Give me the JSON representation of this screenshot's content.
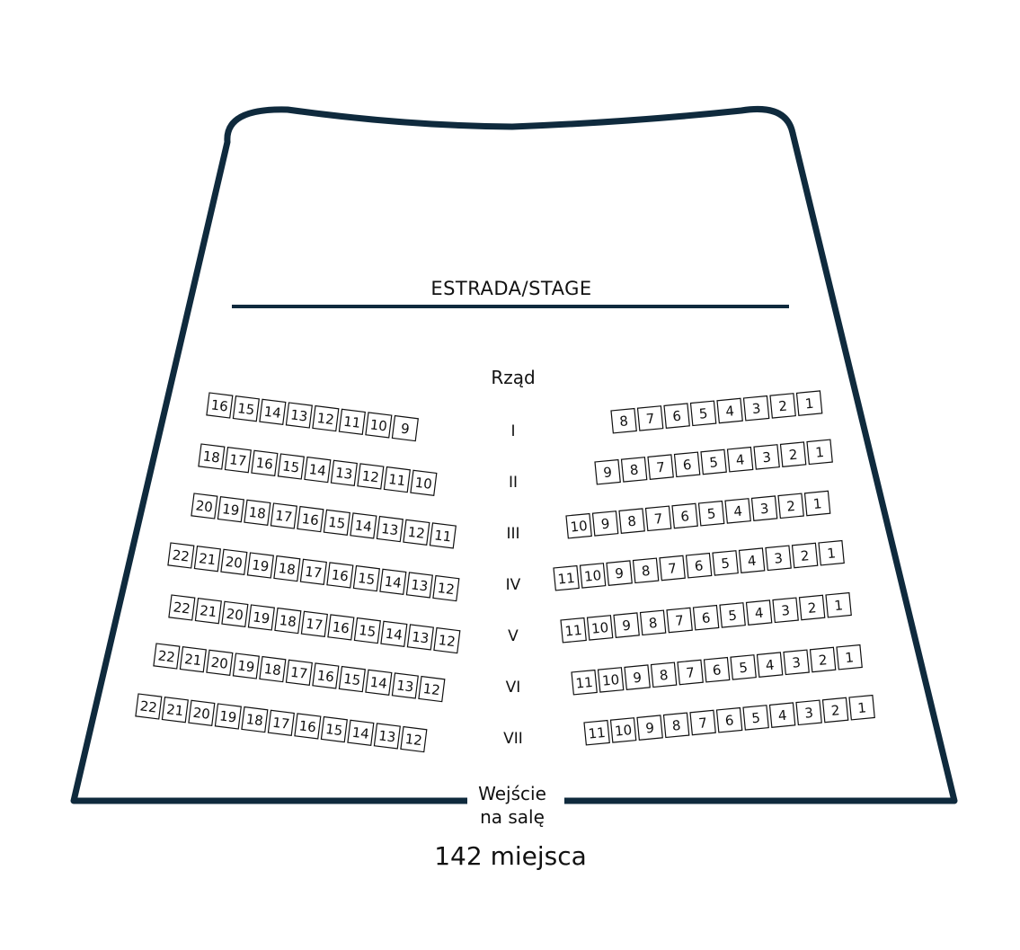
{
  "stage_label": "ESTRADA/STAGE",
  "row_header": "Rząd",
  "entrance_line1": "Wejście",
  "entrance_line2": "na salę",
  "capacity": "142 miejsca",
  "colors": {
    "outline": "#0f2a3d",
    "seat_stroke": "#111111",
    "text": "#111111"
  },
  "rows": [
    {
      "label": "I",
      "left": [
        16,
        15,
        14,
        13,
        12,
        11,
        10,
        9
      ],
      "right": [
        8,
        7,
        6,
        5,
        4,
        3,
        2,
        1
      ]
    },
    {
      "label": "II",
      "left": [
        18,
        17,
        16,
        15,
        14,
        13,
        12,
        11,
        10
      ],
      "right": [
        9,
        8,
        7,
        6,
        5,
        4,
        3,
        2,
        1
      ]
    },
    {
      "label": "III",
      "left": [
        20,
        19,
        18,
        17,
        16,
        15,
        14,
        13,
        12,
        11
      ],
      "right": [
        10,
        9,
        8,
        7,
        6,
        5,
        4,
        3,
        2,
        1
      ]
    },
    {
      "label": "IV",
      "left": [
        22,
        21,
        20,
        19,
        18,
        17,
        16,
        15,
        14,
        13,
        12
      ],
      "right": [
        11,
        10,
        9,
        8,
        7,
        6,
        5,
        4,
        3,
        2,
        1
      ]
    },
    {
      "label": "V",
      "left": [
        22,
        21,
        20,
        19,
        18,
        17,
        16,
        15,
        14,
        13,
        12
      ],
      "right": [
        11,
        10,
        9,
        8,
        7,
        6,
        5,
        4,
        3,
        2,
        1
      ]
    },
    {
      "label": "VI",
      "left": [
        22,
        21,
        20,
        19,
        18,
        17,
        16,
        15,
        14,
        13,
        12
      ],
      "right": [
        11,
        10,
        9,
        8,
        7,
        6,
        5,
        4,
        3,
        2,
        1
      ]
    },
    {
      "label": "VII",
      "left": [
        22,
        21,
        20,
        19,
        18,
        17,
        16,
        15,
        14,
        13,
        12
      ],
      "right": [
        11,
        10,
        9,
        8,
        7,
        6,
        5,
        4,
        3,
        2,
        1
      ]
    }
  ]
}
